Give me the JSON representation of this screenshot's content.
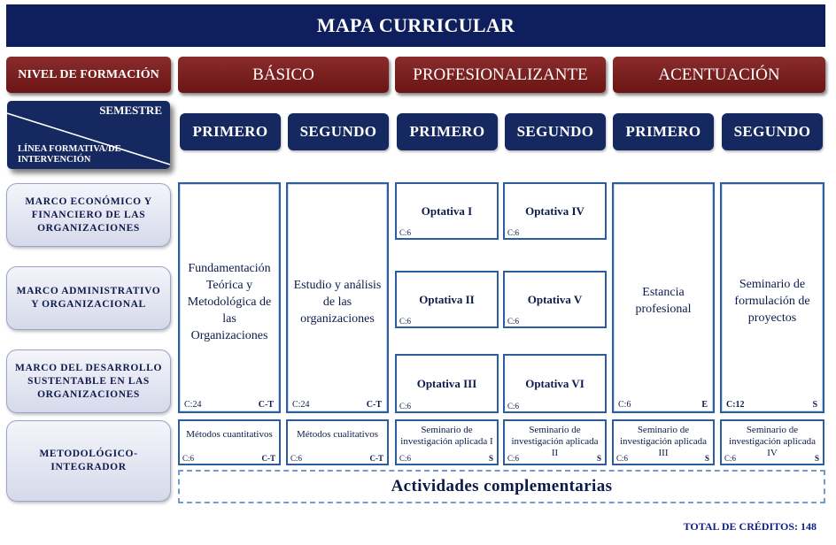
{
  "title": "MAPA CURRICULAR",
  "headers": {
    "nivel": "NIVEL DE FORMACIÓN",
    "levels": [
      "BÁSICO",
      "PROFESIONALIZANTE",
      "ACENTUACIÓN"
    ]
  },
  "corner": {
    "top": "SEMESTRE",
    "bottom": "LÍNEA FORMATIVA/DE INTERVENCIÓN"
  },
  "semesters": [
    "PRIMERO",
    "SEGUNDO",
    "PRIMERO",
    "SEGUNDO",
    "PRIMERO",
    "SEGUNDO"
  ],
  "rows": [
    "MARCO ECONÓMICO Y FINANCIERO DE LAS ORGANIZACIONES",
    "MARCO ADMINISTRATIVO Y ORGANIZACIONAL",
    "MARCO DEL DESARROLLO SUSTENTABLE EN LAS ORGANIZACIONES",
    "METODOLÓGICO-INTEGRADOR"
  ],
  "courses": {
    "fundamentacion": {
      "name": "Fundamentación Teórica y Metodológica de las Organizaciones",
      "credits": "C:24",
      "type": "C-T"
    },
    "estudio": {
      "name": "Estudio y análisis de las organizaciones",
      "credits": "C:24",
      "type": "C-T"
    },
    "optativas": [
      {
        "name": "Optativa I",
        "credits": "C:6"
      },
      {
        "name": "Optativa IV",
        "credits": "C:6"
      },
      {
        "name": "Optativa II",
        "credits": "C:6"
      },
      {
        "name": "Optativa V",
        "credits": "C:6"
      },
      {
        "name": "Optativa III",
        "credits": "C:6"
      },
      {
        "name": "Optativa VI",
        "credits": "C:6"
      }
    ],
    "estancia": {
      "name": "Estancia profesional",
      "credits": "C:6",
      "type": "E"
    },
    "seminario_formulacion": {
      "name": "Seminario de formulación de proyectos",
      "credits": "C:12",
      "type": "S"
    },
    "metodologicos": [
      {
        "name": "Métodos cuantitativos",
        "credits": "C:6",
        "type": "C-T"
      },
      {
        "name": "Métodos cualitativos",
        "credits": "C:6",
        "type": "C-T"
      },
      {
        "name": "Seminario de investigación aplicada I",
        "credits": "C:6",
        "type": "S"
      },
      {
        "name": "Seminario de investigación aplicada II",
        "credits": "C:6",
        "type": "S"
      },
      {
        "name": "Seminario de investigación aplicada III",
        "credits": "C:6",
        "type": "S"
      },
      {
        "name": "Seminario de investigación aplicada IV",
        "credits": "C:6",
        "type": "S"
      }
    ]
  },
  "activities": "Actividades complementarias",
  "total": "TOTAL DE CRÉDITOS: 148",
  "colors": {
    "navy": "#15285f",
    "maroon": "#7a1f1f",
    "border": "#2a5ea0"
  }
}
